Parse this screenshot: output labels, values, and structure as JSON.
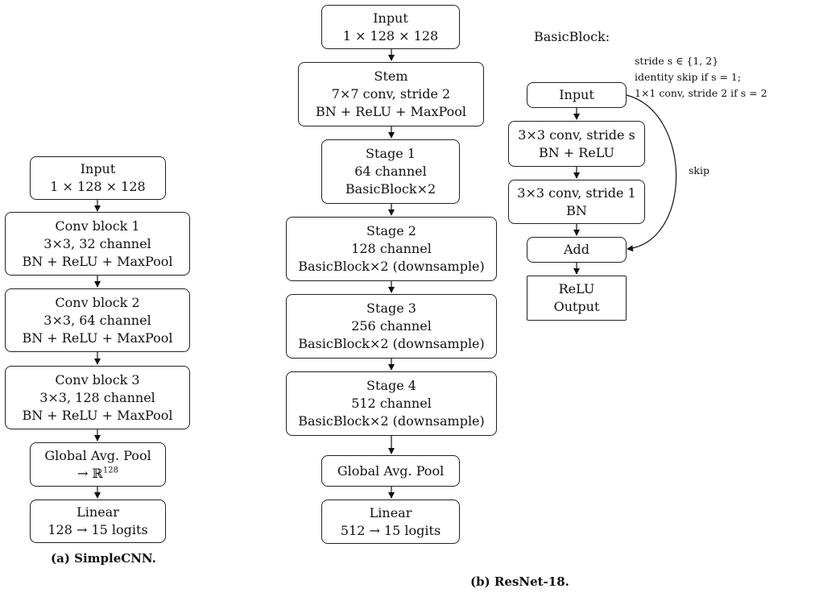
{
  "simplecnn": {
    "caption": "(a) SimpleCNN.",
    "input": {
      "line1": "Input",
      "line2": "1 × 128 × 128"
    },
    "conv1": {
      "line1": "Conv block 1",
      "line2": "3×3, 32 channel",
      "line3": "BN + ReLU + MaxPool"
    },
    "conv2": {
      "line1": "Conv block 2",
      "line2": "3×3, 64 channel",
      "line3": "BN + ReLU + MaxPool"
    },
    "conv3": {
      "line1": "Conv block 3",
      "line2": "3×3, 128 channel",
      "line3": "BN + ReLU + MaxPool"
    },
    "gap": {
      "line1": "Global Avg. Pool",
      "line2_prefix": "→ ℝ",
      "line2_sup": "128"
    },
    "linear": {
      "line1": "Linear",
      "line2": "128 → 15 logits"
    }
  },
  "resnet": {
    "caption": "(b) ResNet-18.",
    "input": {
      "line1": "Input",
      "line2": "1 × 128 × 128"
    },
    "stem": {
      "line1": "Stem",
      "line2": "7×7 conv, stride 2",
      "line3": "BN + ReLU + MaxPool"
    },
    "stage1": {
      "line1": "Stage 1",
      "line2": "64 channel",
      "line3": "BasicBlock×2"
    },
    "stage2": {
      "line1": "Stage 2",
      "line2": "128 channel",
      "line3": "BasicBlock×2 (downsample)"
    },
    "stage3": {
      "line1": "Stage 3",
      "line2": "256 channel",
      "line3": "BasicBlock×2 (downsample)"
    },
    "stage4": {
      "line1": "Stage 4",
      "line2": "512 channel",
      "line3": "BasicBlock×2 (downsample)"
    },
    "gap": {
      "line1": "Global Avg. Pool"
    },
    "linear": {
      "line1": "Linear",
      "line2": "512 → 15 logits"
    }
  },
  "basicblock": {
    "title": "BasicBlock:",
    "note": {
      "line1": "stride s ∈ {1, 2}",
      "line2": "identity skip if s = 1;",
      "line3": "1×1 conv, stride 2 if s = 2"
    },
    "input": {
      "line1": "Input"
    },
    "conv_a": {
      "line1": "3×3 conv, stride s",
      "line2": "BN + ReLU"
    },
    "conv_b": {
      "line1": "3×3 conv, stride 1",
      "line2": "BN"
    },
    "add": {
      "line1": "Add"
    },
    "output": {
      "line1": "ReLU",
      "line2": "Output"
    },
    "skip_label": "skip"
  }
}
